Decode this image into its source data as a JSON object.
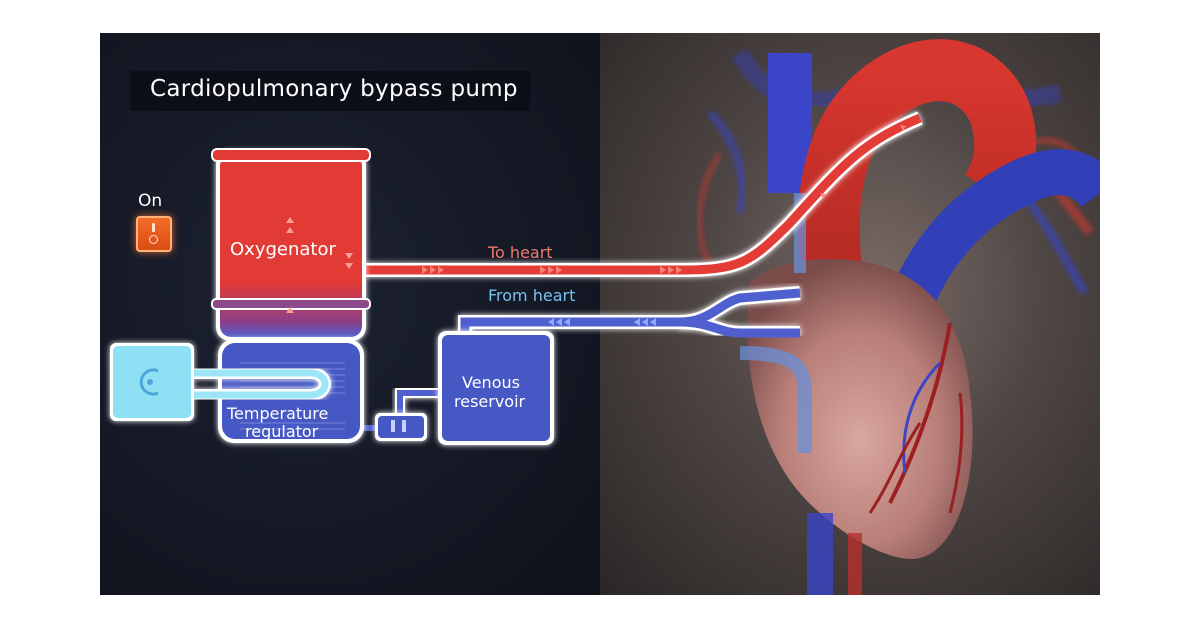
{
  "title": "Cardiopulmonary bypass pump",
  "power_switch": {
    "label": "On",
    "state": "on"
  },
  "components": {
    "oxygenator": "Oxygenator",
    "temperature_regulator_line1": "Temperature",
    "temperature_regulator_line2": "regulator",
    "venous_reservoir_line1": "Venous",
    "venous_reservoir_line2": "reservoir"
  },
  "flows": {
    "to_heart": "To heart",
    "from_heart": "From heart"
  },
  "colors": {
    "oxygenated": "#e8403a",
    "deoxygenated": "#4f5fd0",
    "to_heart_label": "#f07a6a",
    "from_heart_label": "#78c2f0",
    "cooling_unit": "#8fe0f5",
    "switch": "#f06a26"
  }
}
